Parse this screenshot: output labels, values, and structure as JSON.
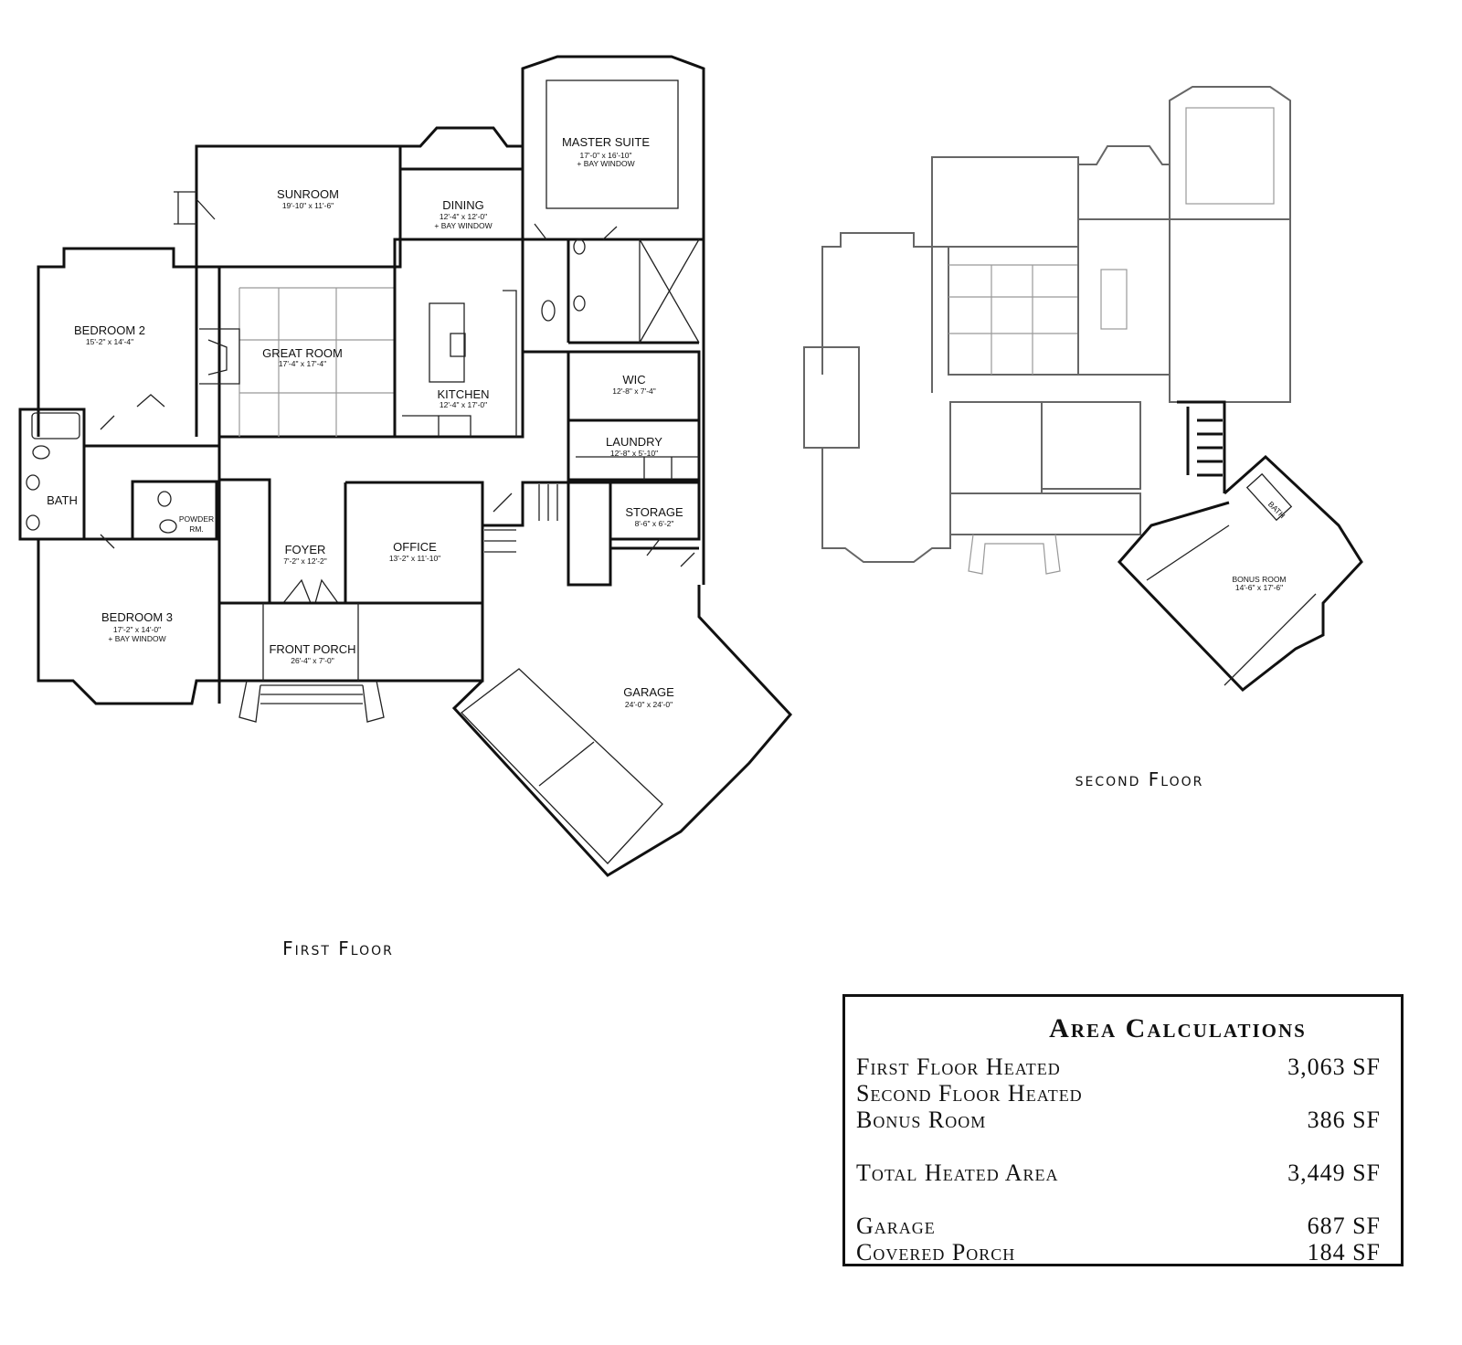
{
  "first_floor": {
    "title": "First Floor",
    "rooms": {
      "master_suite": {
        "name": "MASTER SUITE",
        "dims": "17'-0\" x 16'-10\"",
        "note": "+ BAY WINDOW"
      },
      "sunroom": {
        "name": "SUNROOM",
        "dims": "19'-10\" x 11'-6\""
      },
      "dining": {
        "name": "DINING",
        "dims": "12'-4\" x 12'-0\"",
        "note": "+ BAY WINDOW"
      },
      "bedroom2": {
        "name": "BEDROOM 2",
        "dims": "15'-2\" x 14'-4\""
      },
      "great_room": {
        "name": "GREAT ROOM",
        "dims": "17'-4\" x 17'-4\""
      },
      "kitchen": {
        "name": "KITCHEN",
        "dims": "12'-4\" x 17'-0\""
      },
      "wic": {
        "name": "WIC",
        "dims": "12'-8\" x 7'-4\""
      },
      "laundry": {
        "name": "LAUNDRY",
        "dims": "12'-8\" x 5'-10\""
      },
      "bath": {
        "name": "BATH"
      },
      "powder": {
        "name": "POWDER",
        "name2": "RM."
      },
      "foyer": {
        "name": "FOYER",
        "dims": "7'-2\" x 12'-2\""
      },
      "office": {
        "name": "OFFICE",
        "dims": "13'-2\" x 11'-10\""
      },
      "storage": {
        "name": "STORAGE",
        "dims": "8'-6\" x 6'-2\""
      },
      "bedroom3": {
        "name": "BEDROOM 3",
        "dims": "17'-2\" x 14'-0\"",
        "note": "+ BAY WINDOW"
      },
      "front_porch": {
        "name": "FRONT PORCH",
        "dims": "26'-4\" x 7'-0\""
      },
      "garage": {
        "name": "GARAGE",
        "dims": "24'-0\" x 24'-0\""
      }
    }
  },
  "second_floor": {
    "title": "second Floor",
    "rooms": {
      "bonus_room": {
        "name": "BONUS ROOM",
        "dims": "14'-6\" x 17'-6\""
      },
      "bath": {
        "name": "BATH"
      }
    }
  },
  "area_calculations": {
    "title": "Area Calculations",
    "rows": [
      {
        "label": "First Floor Heated",
        "value": "3,063  SF"
      },
      {
        "label": "Second Floor Heated",
        "value": ""
      },
      {
        "label": "Bonus Room",
        "value": "386  SF"
      },
      {
        "label": "Total Heated Area",
        "value": "3,449  SF"
      },
      {
        "label": "Garage",
        "value": "687  SF"
      },
      {
        "label": "Covered Porch",
        "value": "184  SF"
      }
    ]
  }
}
